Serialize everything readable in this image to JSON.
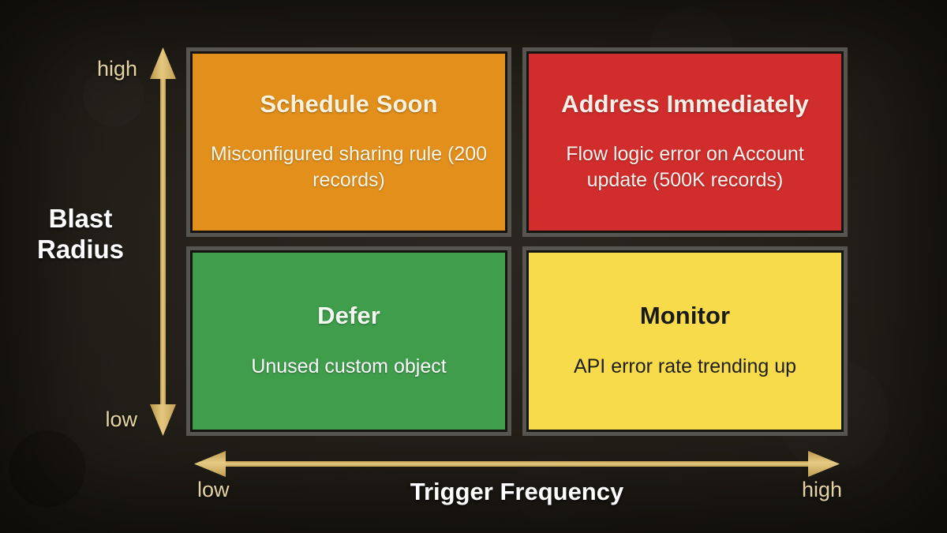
{
  "background_color": "#221f1a",
  "accent_color": "#d9b667",
  "axes": {
    "y": {
      "title": "Blast\nRadius",
      "title_line1": "Blast",
      "title_line2": "Radius",
      "high_label": "high",
      "low_label": "low",
      "arrow_color": "#d7b469",
      "label_color": "#e4d3a4"
    },
    "x": {
      "title": "Trigger Frequency",
      "high_label": "high",
      "low_label": "low",
      "arrow_color": "#d7b469",
      "label_color": "#e4d3a4"
    }
  },
  "quadrants": [
    {
      "id": "schedule-soon",
      "title": "Schedule Soon",
      "description": "Misconfigured sharing rule (200 records)",
      "fill_color": "#e2901b",
      "text_color": "#fbf1dc",
      "position": "top-left",
      "blast_radius": "high",
      "trigger_frequency": "low"
    },
    {
      "id": "address-immediately",
      "title": "Address Immediately",
      "description": "Flow logic error on Account update (500K records)",
      "fill_color": "#d12d2c",
      "text_color": "#fcefe6",
      "position": "top-right",
      "blast_radius": "high",
      "trigger_frequency": "high"
    },
    {
      "id": "defer",
      "title": "Defer",
      "description": "Unused custom object",
      "fill_color": "#3f9d4c",
      "text_color": "#f2f8ef",
      "position": "bottom-left",
      "blast_radius": "low",
      "trigger_frequency": "low"
    },
    {
      "id": "monitor",
      "title": "Monitor",
      "description": "API error rate trending up",
      "fill_color": "#f7db4b",
      "text_color": "#1a1a16",
      "position": "bottom-right",
      "blast_radius": "low",
      "trigger_frequency": "high"
    }
  ],
  "chart_data": {
    "type": "table",
    "title": "",
    "xlabel": "Trigger Frequency",
    "ylabel": "Blast Radius",
    "xlim": [
      "low",
      "high"
    ],
    "ylim": [
      "low",
      "high"
    ],
    "grid": false,
    "legend": "none",
    "categories": [
      "Schedule Soon",
      "Address Immediately",
      "Defer",
      "Monitor"
    ],
    "points": [
      {
        "label": "Schedule Soon",
        "x": "low",
        "y": "high",
        "detail": "Misconfigured sharing rule (200 records)",
        "color": "#e2901b"
      },
      {
        "label": "Address Immediately",
        "x": "high",
        "y": "high",
        "detail": "Flow logic error on Account update (500K records)",
        "color": "#d12d2c"
      },
      {
        "label": "Defer",
        "x": "low",
        "y": "low",
        "detail": "Unused custom object",
        "color": "#3f9d4c"
      },
      {
        "label": "Monitor",
        "x": "high",
        "y": "low",
        "detail": "API error rate trending up",
        "color": "#f7db4b"
      }
    ]
  }
}
